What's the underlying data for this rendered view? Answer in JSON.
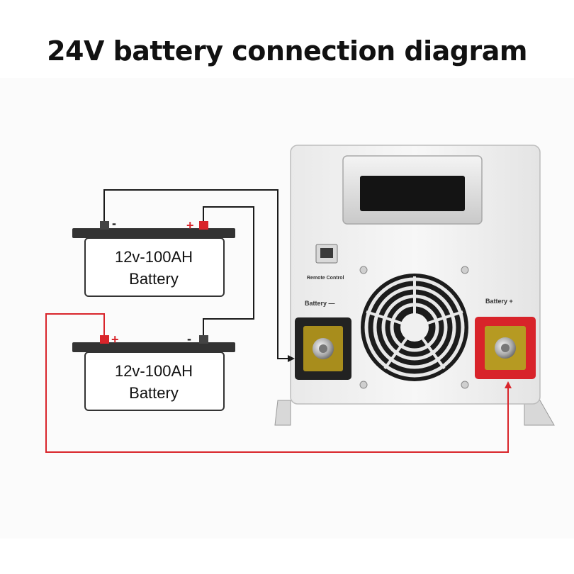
{
  "title": "24V battery connection diagram",
  "batteries": [
    {
      "line1": "12v-100AH",
      "line2": "Battery",
      "left_terminal": "-",
      "right_terminal": "+"
    },
    {
      "line1": "12v-100AH",
      "line2": "Battery",
      "left_terminal": "+",
      "right_terminal": "-"
    }
  ],
  "inverter": {
    "remote_label": "Remote Control",
    "neg_label": "Battery —",
    "pos_label": "Battery +"
  },
  "colors": {
    "positive_wire": "#d9252b",
    "negative_wire": "#1a1a1a",
    "positive_block": "#d8232a",
    "negative_block": "#222222",
    "inverter_body": "#f2f2f2"
  }
}
